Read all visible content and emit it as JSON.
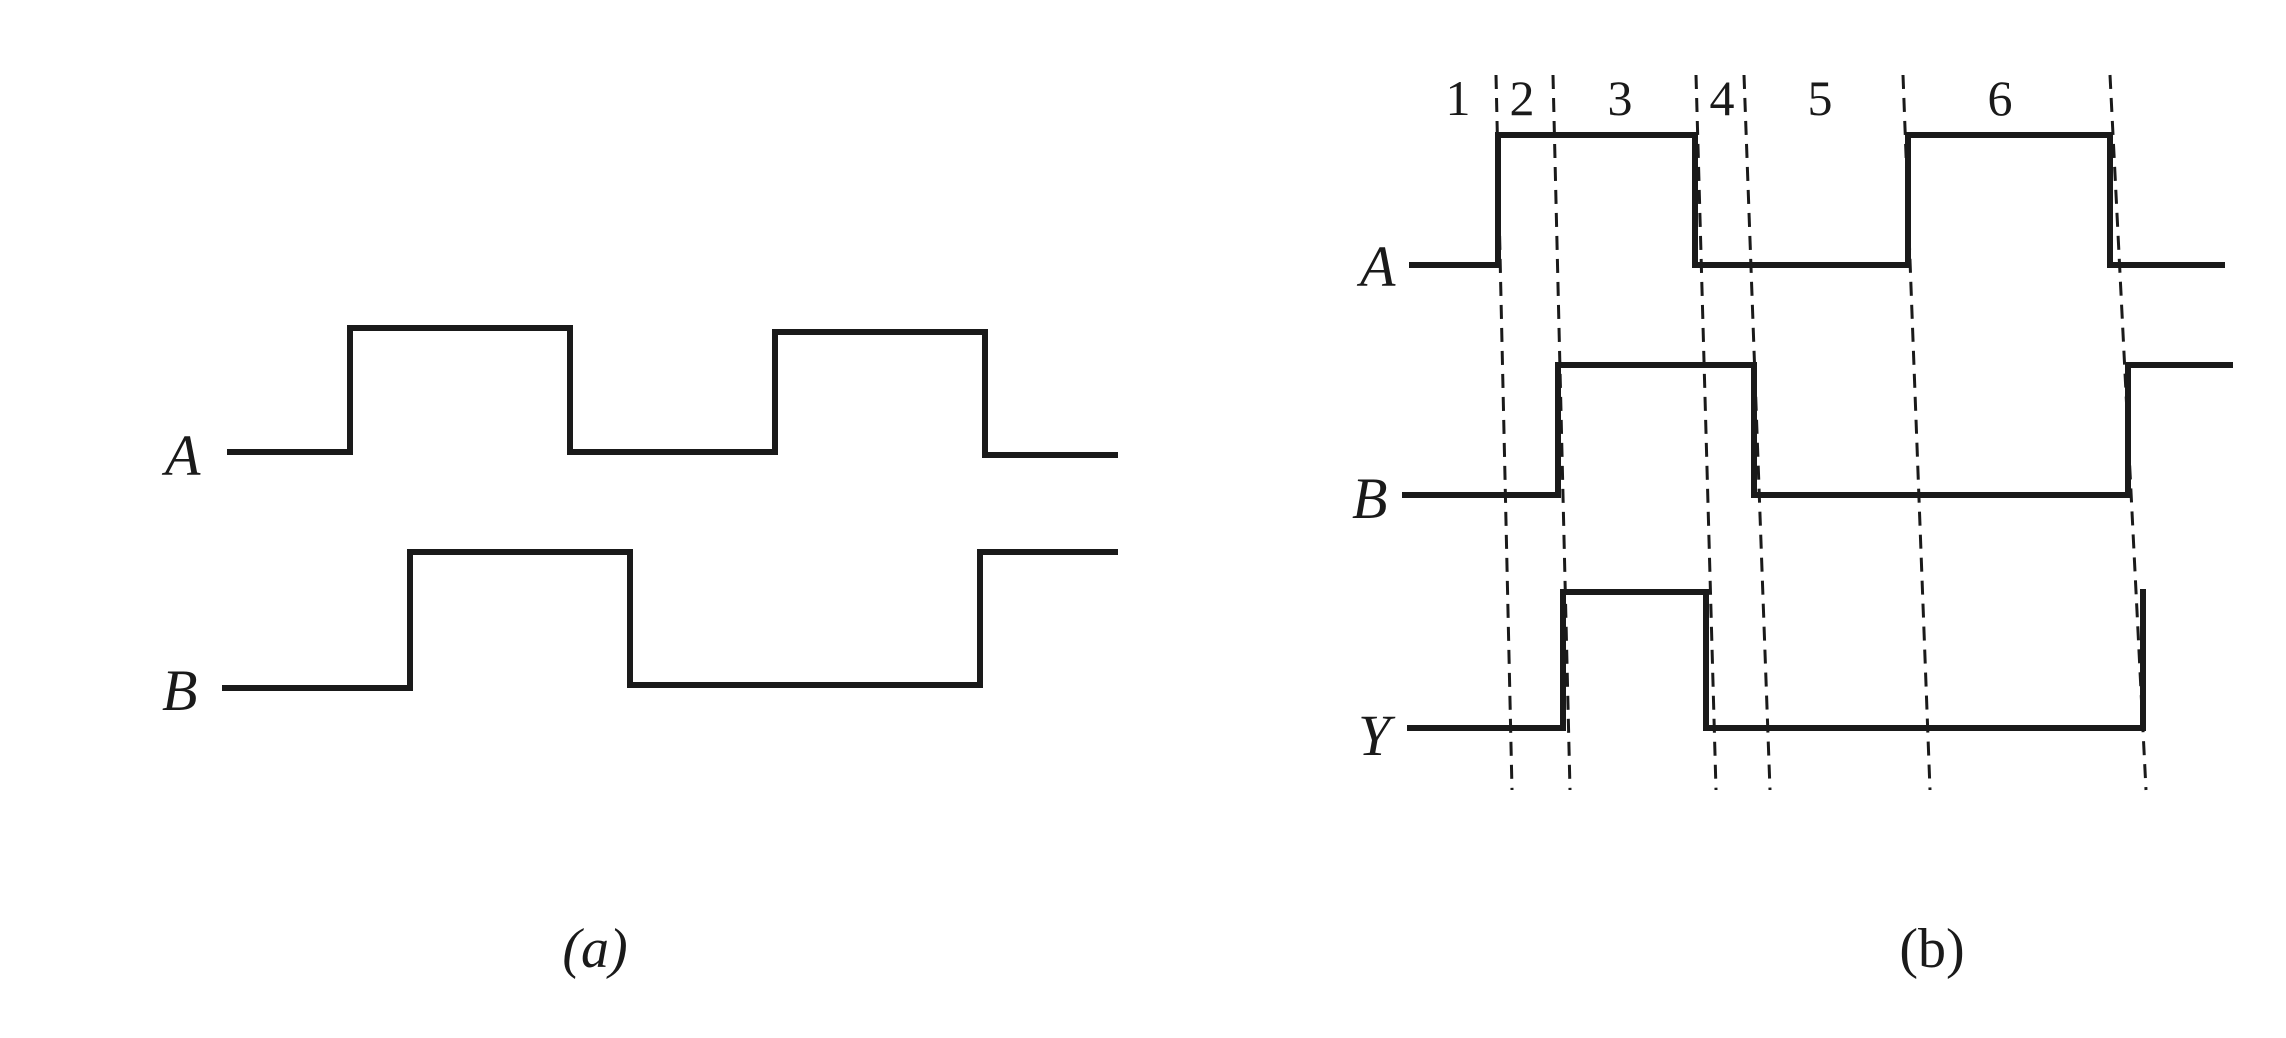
{
  "panel_a": {
    "caption": "(a)",
    "signals": [
      {
        "label": "A",
        "levels": [
          0,
          1,
          0,
          1,
          0
        ]
      },
      {
        "label": "B",
        "levels": [
          0,
          1,
          0,
          1
        ]
      }
    ]
  },
  "panel_b": {
    "caption": "(b)",
    "interval_labels": [
      "1",
      "2",
      "3",
      "4",
      "5",
      "6"
    ],
    "signals": [
      {
        "label": "A",
        "levels": [
          0,
          1,
          0,
          1,
          0
        ]
      },
      {
        "label": "B",
        "levels": [
          0,
          1,
          0,
          1
        ]
      },
      {
        "label": "Y",
        "levels": [
          0,
          1,
          0
        ]
      }
    ]
  },
  "colors": {
    "ink": "#1a1a1a",
    "background": "#ffffff"
  }
}
